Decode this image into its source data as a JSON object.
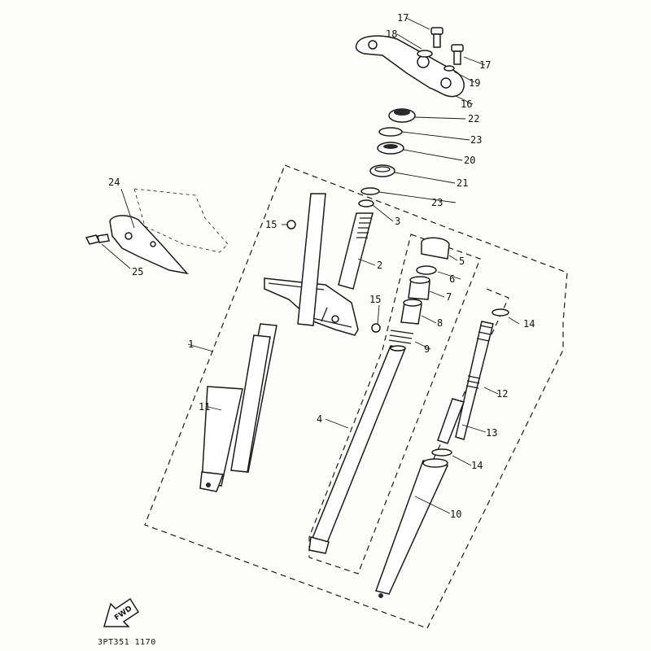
{
  "callouts": {
    "c1": "1",
    "c2": "2",
    "c3": "3",
    "c4": "4",
    "c5": "5",
    "c6": "6",
    "c7": "7",
    "c8": "8",
    "c9": "9",
    "c10": "10",
    "c11": "11",
    "c12": "12",
    "c13": "13",
    "c14a": "14",
    "c14b": "14",
    "c15a": "15",
    "c15b": "15",
    "c16": "16",
    "c17a": "17",
    "c17b": "17",
    "c18": "18",
    "c19": "19",
    "c20": "20",
    "c21": "21",
    "c22": "22",
    "c23a": "23",
    "c23b": "23",
    "c24": "24",
    "c25": "25"
  },
  "front_arrow_label": "FWD",
  "figure_reference": "3PT351 1170"
}
